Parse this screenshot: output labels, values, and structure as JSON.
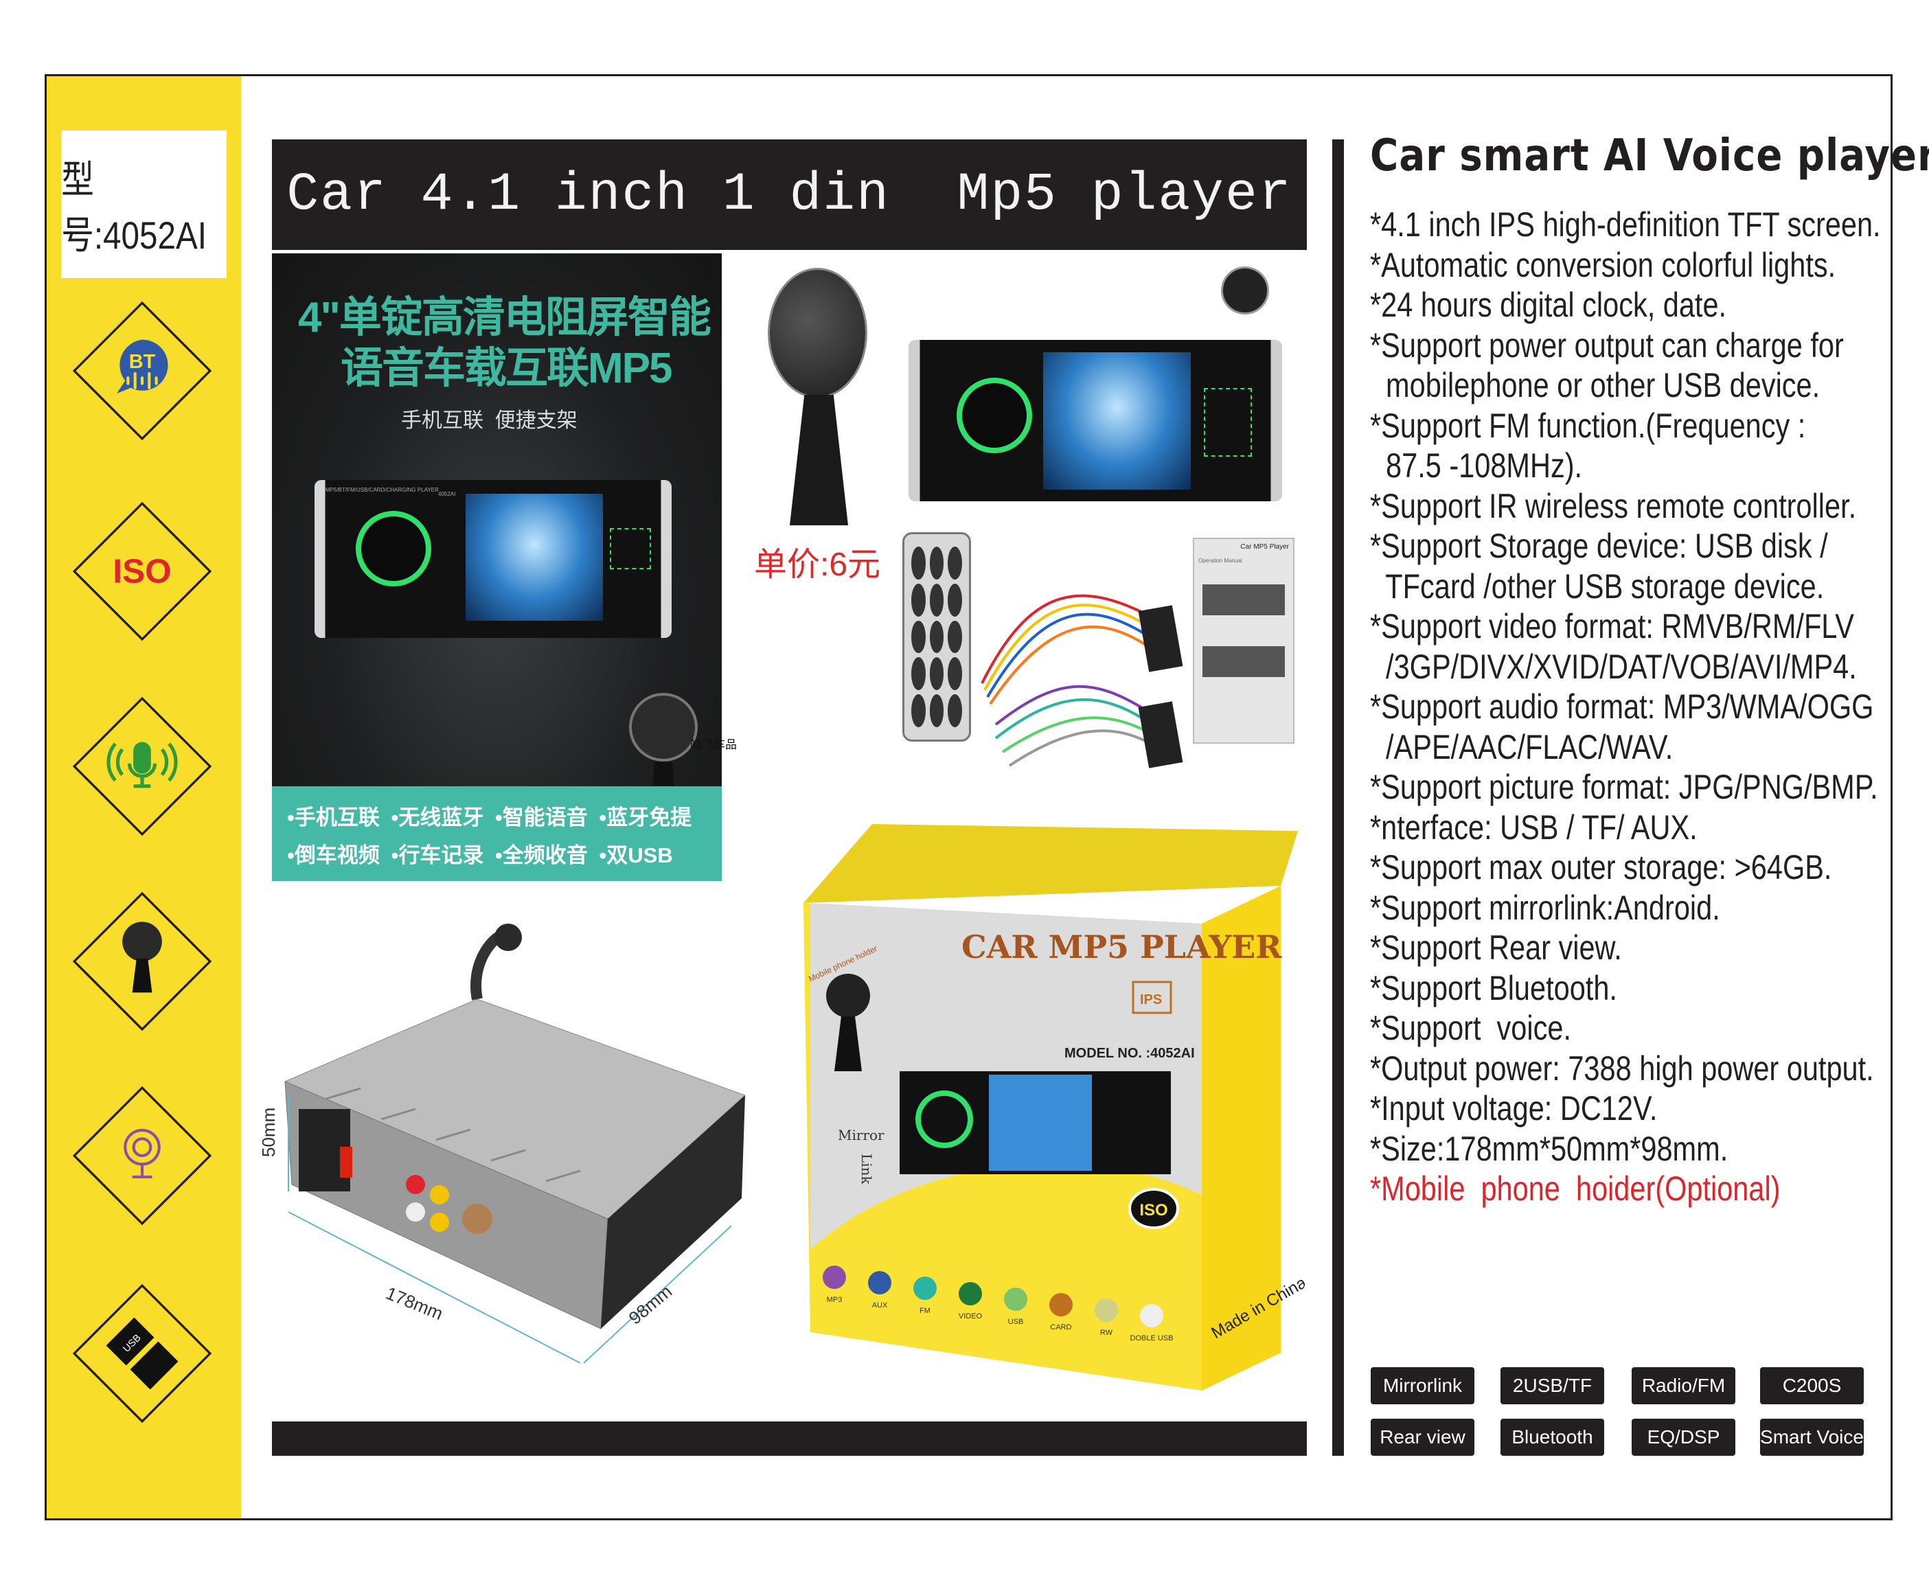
{
  "sidebar": {
    "model_label": "型号:4052AI",
    "icons": [
      {
        "name": "bluetooth-voice-icon",
        "text": "BT"
      },
      {
        "name": "iso-icon",
        "text": "ISO"
      },
      {
        "name": "voice-mic-icon",
        "text": ""
      },
      {
        "name": "phone-holder-icon",
        "text": ""
      },
      {
        "name": "camera-icon",
        "text": ""
      },
      {
        "name": "usb-icon",
        "text": "USB"
      }
    ]
  },
  "header": {
    "title": "Car 4.1 inch 1 din  Mp5 player"
  },
  "poster": {
    "headline_1": "4\"单锭高清电阻屏智能",
    "headline_2": "语音车载互联MP5",
    "subtitle": "手机互联  便捷支架",
    "unit_label": "MP5/BT/FM/USB/CARD/CHARGING PLAYER",
    "unit_model": "4052AI",
    "features_row_1": "•手机互联 •无线蓝牙 •智能语音 •蓝牙免提",
    "features_row_2": "•倒车视频 •行车记录 •全频收音 •双USB",
    "watermark": "皓飞车品"
  },
  "price": "单价:6元",
  "accessories": {
    "manual_title": "Car MP5 Player",
    "manual_sub": "Operation Manual"
  },
  "device": {
    "height": "50mm",
    "width": "178mm",
    "depth": "98mm"
  },
  "box": {
    "title": "CAR MP5 PLAYER",
    "model": "MODEL NO. :4052AI",
    "holder": "Mobile phone holder",
    "mirror": "Mirror",
    "link": "Link",
    "ips": "IPS",
    "iso": "ISO",
    "made_in": "Made in China",
    "icons": [
      "MP3",
      "AUX",
      "FM",
      "VIDEO",
      "USB",
      "CARD",
      "RW",
      "DOBLE USB"
    ]
  },
  "specs": {
    "title": "Car smart  AI Voice player",
    "lines": [
      "*4.1 inch IPS high-definition TFT screen.",
      "*Automatic conversion colorful lights.",
      "*24 hours digital clock, date.",
      "*Support power output can charge for",
      "  mobilephone or other USB device.",
      "*Support FM function.(Frequency :",
      "  87.5 -108MHz).",
      "*Support IR wireless remote controller.",
      "*Support Storage device: USB disk /",
      "  TFcard /other USB storage device.",
      "*Support video format: RMVB/RM/FLV",
      "  /3GP/DIVX/XVID/DAT/VOB/AVI/MP4.",
      "*Support audio format: MP3/WMA/OGG",
      "  /APE/AAC/FLAC/WAV.",
      "*Support picture format: JPG/PNG/BMP.",
      "*nterface: USB / TF/ AUX.",
      "*Support max outer storage: >64GB.",
      "*Support mirrorlink:Android.",
      "*Support Rear view.",
      "*Support Bluetooth.",
      "*Support  voice.",
      "*Output power: 7388 high power output.",
      "*Input voltage: DC12V.",
      "*Size:178mm*50mm*98mm."
    ],
    "optional_line": "*Mobile  phone  hoider(Optional)"
  },
  "badges": [
    "Mirrorlink",
    "2USB/TF",
    "Radio/FM",
    "C200S",
    "Rear view",
    "Bluetooth",
    "EQ/DSP",
    "Smart Voice"
  ],
  "colors": {
    "yellow": "#f9dd2b",
    "teal": "#43b9a6",
    "red": "#e0242c",
    "dark": "#231f20"
  }
}
